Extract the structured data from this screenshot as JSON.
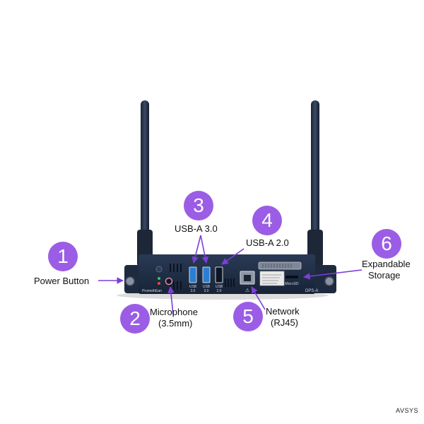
{
  "callouts": [
    {
      "number": "1",
      "text": [
        "Power Button"
      ]
    },
    {
      "number": "2",
      "text": [
        "Microphone",
        "(3.5mm)"
      ]
    },
    {
      "number": "3",
      "text": [
        "USB-A 3.0"
      ]
    },
    {
      "number": "4",
      "text": [
        "USB-A 2.0"
      ]
    },
    {
      "number": "5",
      "text": [
        "Network",
        "(RJ45)"
      ]
    },
    {
      "number": "6",
      "text": [
        "Expandable",
        "Storage"
      ]
    }
  ],
  "device_labels": {
    "usb1": [
      "USB",
      "3.0"
    ],
    "usb2": [
      "USB",
      "3.0"
    ],
    "usb3": [
      "USB",
      "2.0"
    ],
    "microsd": "MicroSD",
    "model": "OPS-A",
    "brand": "PromethEan"
  },
  "colors": {
    "badge": "#9b5de5",
    "arrow": "#7b3fd6",
    "chassis": "#1b2a42",
    "usb3": "#2a7fd4"
  },
  "watermark": "AVSYS"
}
